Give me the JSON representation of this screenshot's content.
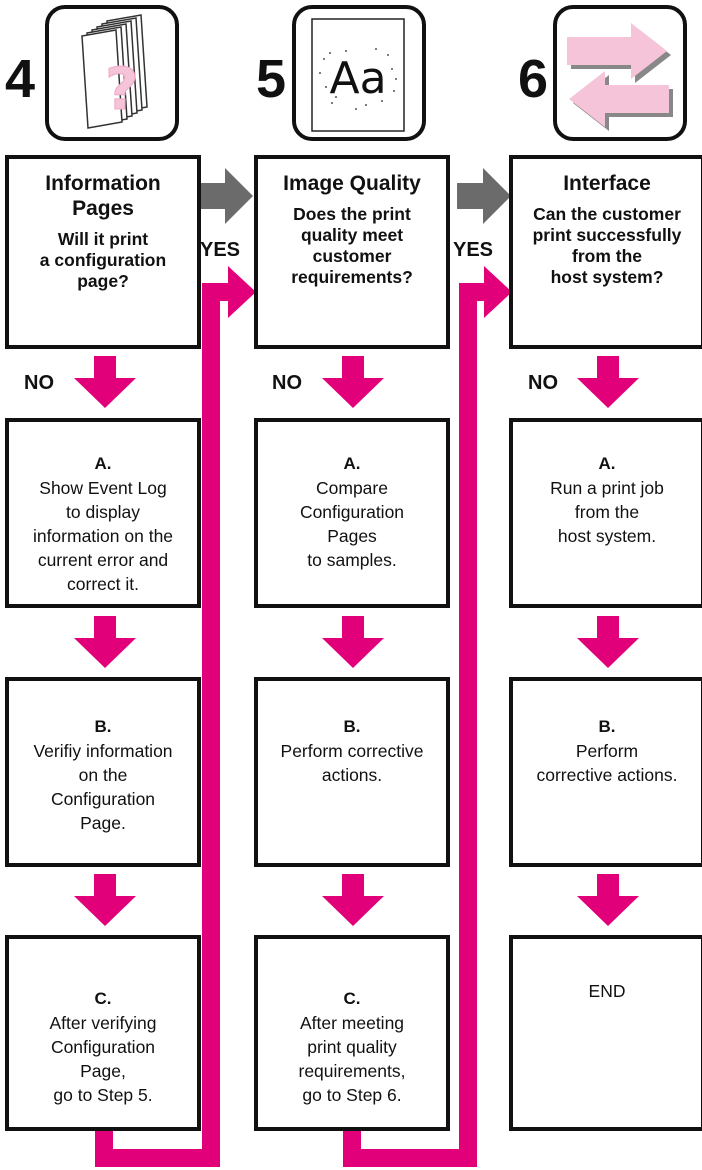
{
  "colors": {
    "accent": "#e2007a",
    "grey_arrow": "#6b6b6b",
    "border": "#111111",
    "pink_light": "#f5c4d8"
  },
  "steps": [
    {
      "number": "4",
      "icon": "pages-question-icon",
      "title": "Information Pages",
      "question": "Will it print\na configuration\npage?",
      "no_label": "NO",
      "actions": [
        {
          "letter": "A.",
          "text": "Show Event Log\nto display\ninformation on the\ncurrent error and\ncorrect it."
        },
        {
          "letter": "B.",
          "text": "Verifiy information\non the\nConfiguration\nPage."
        },
        {
          "letter": "C.",
          "text": "After verifying\nConfiguration\nPage,\ngo to Step 5."
        }
      ]
    },
    {
      "number": "5",
      "icon": "image-quality-aa-icon",
      "icon_text": "Aa",
      "title": "Image Quality",
      "question": "Does the print\nquality meet\ncustomer\nrequirements?",
      "no_label": "NO",
      "actions": [
        {
          "letter": "A.",
          "text": "Compare\nConfiguration\nPages\nto samples."
        },
        {
          "letter": "B.",
          "text": "Perform corrective\nactions."
        },
        {
          "letter": "C.",
          "text": "After meeting\nprint quality\nrequirements,\ngo to Step 6."
        }
      ]
    },
    {
      "number": "6",
      "icon": "interface-arrows-icon",
      "title": "Interface",
      "question": "Can the customer\nprint successfully\nfrom the\nhost system?",
      "no_label": "NO",
      "actions": [
        {
          "letter": "A.",
          "text": "Run a print job\nfrom the\nhost system."
        },
        {
          "letter": "B.",
          "text": "Perform\ncorrective actions."
        },
        {
          "letter": "",
          "text": "END"
        }
      ]
    }
  ],
  "yes_labels": [
    "YES",
    "YES"
  ]
}
